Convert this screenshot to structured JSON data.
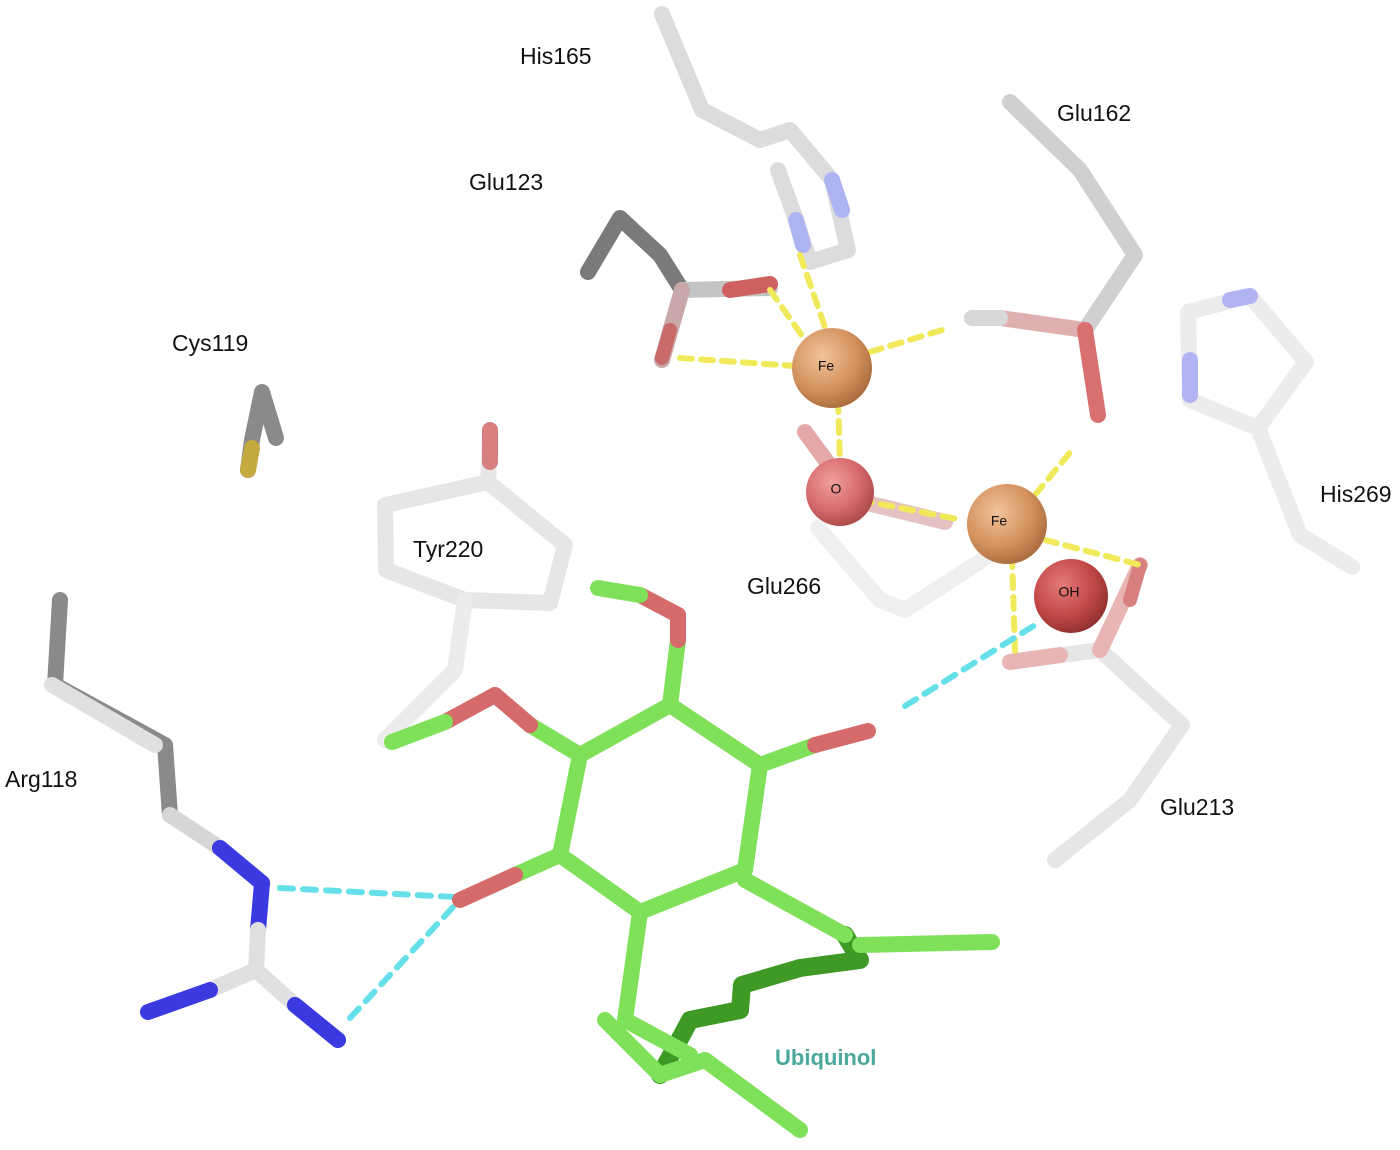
{
  "residues": {
    "his165": "His165",
    "glu162": "Glu162",
    "glu123": "Glu123",
    "cys119": "Cys119",
    "tyr220": "Tyr220",
    "glu266": "Glu266",
    "his269": "His269",
    "arg118": "Arg118",
    "glu213": "Glu213"
  },
  "atoms": {
    "fe_top": "Fe",
    "fe_bottom": "Fe",
    "oxo": "O",
    "hydroxide": "OH"
  },
  "ligand": {
    "name": "Ubiquinol"
  },
  "colors": {
    "carbon_residue": "#d8d8d8",
    "carbon_dark": "#8c8c8c",
    "oxygen": "#d96a6a",
    "nitrogen": "#3838e6",
    "sulfur": "#c8a838",
    "ligand_carbon": "#7fe05a",
    "ligand_dark": "#3f9a25",
    "iron": "#d4925e",
    "metal_contact": "#f0ea5a",
    "hbond": "#66e0e8",
    "ligand_label": "#4aa79b"
  }
}
